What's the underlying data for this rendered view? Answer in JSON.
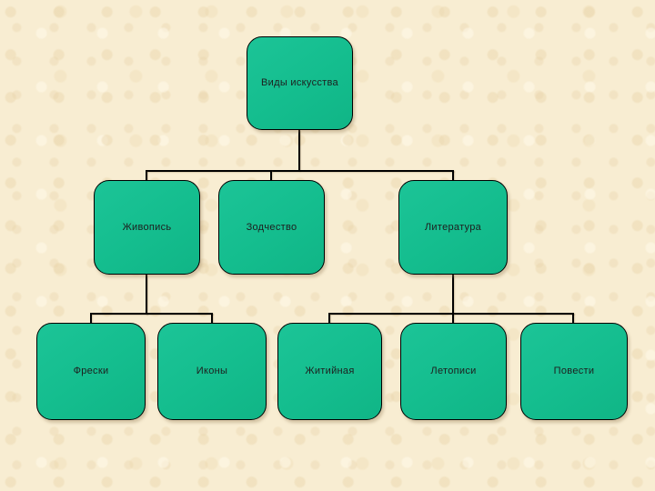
{
  "diagram": {
    "root": {
      "label": "Виды искусства"
    },
    "level2": [
      {
        "label": "Живопись"
      },
      {
        "label": "Зодчество"
      },
      {
        "label": "Литература"
      }
    ],
    "level3": [
      {
        "label": "Фрески"
      },
      {
        "label": "Иконы"
      },
      {
        "label": "Житийная"
      },
      {
        "label": "Летописи"
      },
      {
        "label": "Повести"
      }
    ],
    "edges": [
      {
        "from": "Виды искусства",
        "to": [
          "Живопись",
          "Зодчество",
          "Литература"
        ]
      },
      {
        "from": "Живопись",
        "to": [
          "Фрески",
          "Иконы"
        ]
      },
      {
        "from": "Литература",
        "to": [
          "Житийная",
          "Летописи",
          "Повести"
        ]
      }
    ]
  },
  "colors": {
    "background": "#f8edd2",
    "node_fill": "#14bd8e",
    "node_border": "#000000",
    "connector": "#000000",
    "label_text": "#1e1e1e"
  }
}
